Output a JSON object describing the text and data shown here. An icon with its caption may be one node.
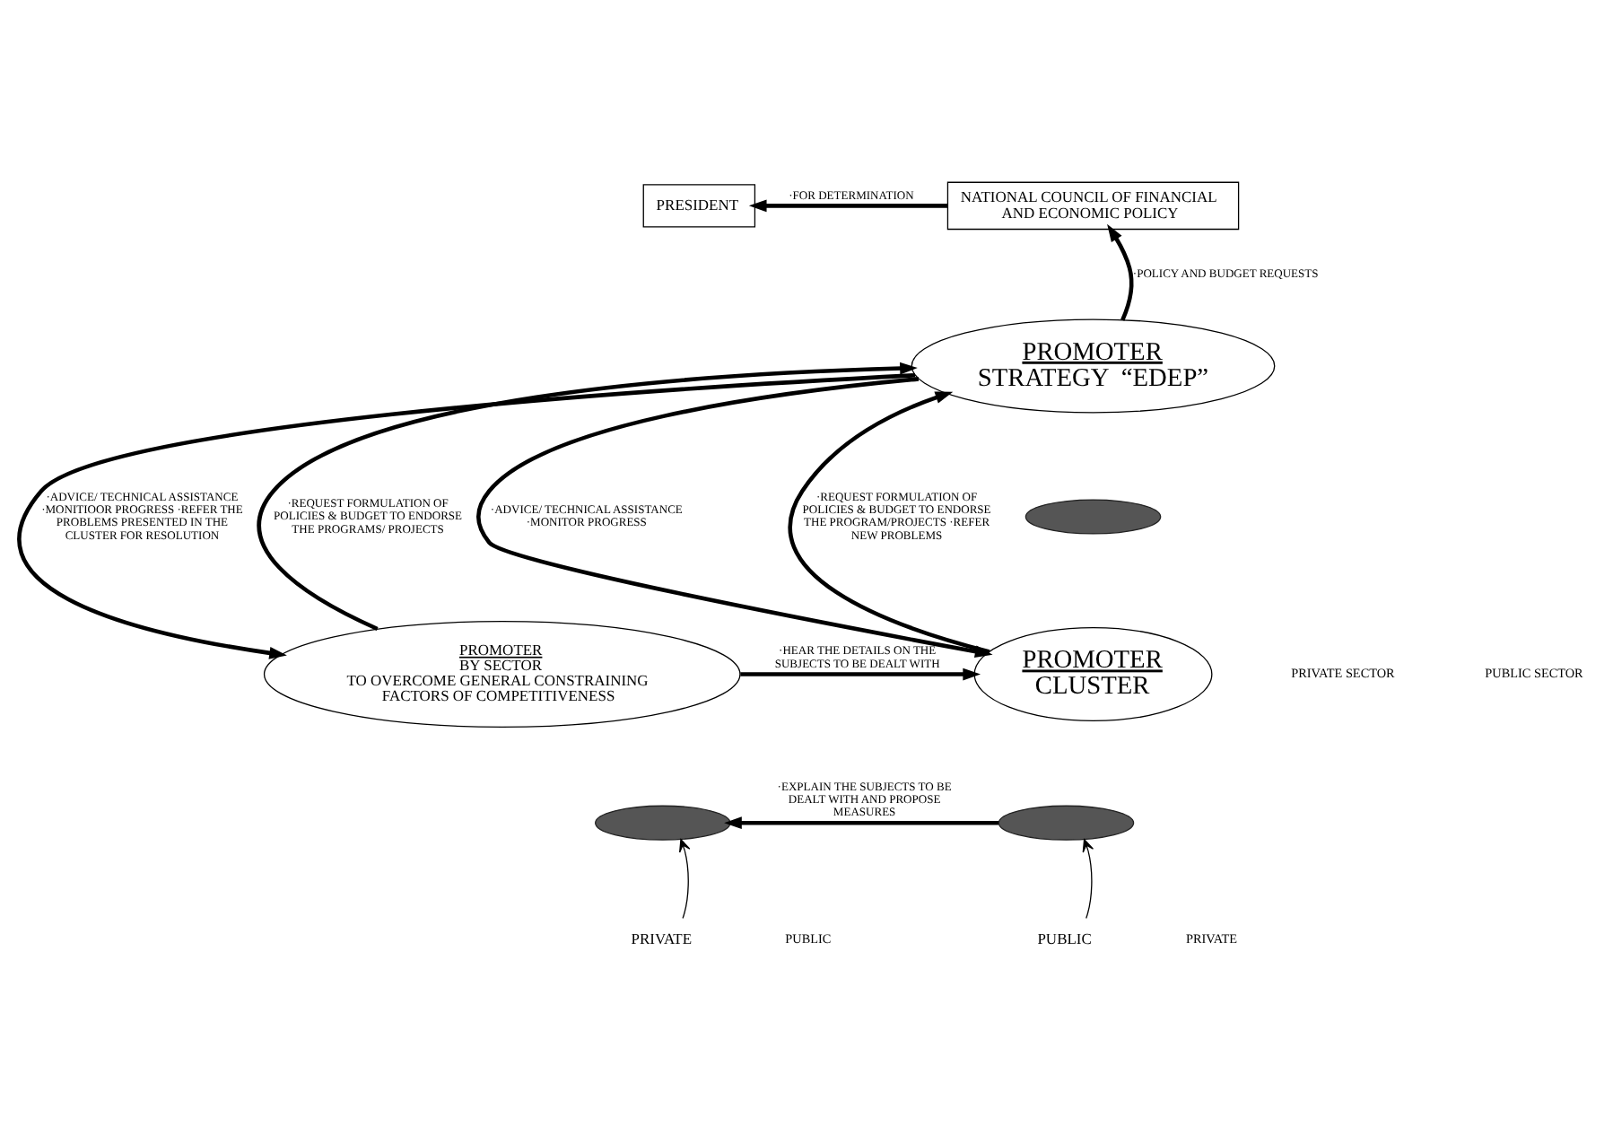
{
  "diagram": {
    "nodes": [
      {
        "text": [
          "PRESIDENT"
        ]
      },
      {
        "text": [
          "NATIONAL COUNCIL OF FINANCIAL AND ECONOMIC POLICY"
        ]
      },
      {
        "text": [
          "PROMOTER",
          "STRATEGY  “EDEP”"
        ]
      },
      {
        "text": [],
        "shape": "pie"
      },
      {
        "text": [
          "PROMOTER",
          "BY SECTOR",
          "TO OVERCOME GENERAL CONSTRAINING FACTORS OF COMPETITIVENESS"
        ]
      },
      {
        "text": [],
        "shape": "pie"
      },
      {
        "text": [
          "PRIVATE"
        ]
      },
      {
        "text": [
          "PROMOTER",
          "CLUSTER"
        ]
      },
      {
        "text": [],
        "shape": "pie"
      },
      {
        "text": [
          "PUBLIC"
        ]
      }
    ],
    "edges": [
      {
        "from": 1,
        "to": 0,
        "arrow": "to",
        "label": "·FOR DETERMINATION"
      },
      {
        "from": 2,
        "to": 1,
        "arrow": "to",
        "label": "·POLICY AND BUDGET REQUESTS"
      },
      {
        "from": 4,
        "to": 2,
        "arrow": "to",
        "label": "·REQUEST FORMULATION OF POLICIES & BUDGET TO ENDORSE THE PROGRAMS/ PROJECTS"
      },
      {
        "from": 2,
        "to": 4,
        "arrow": "to",
        "label": "·ADVICE/ TECHNICAL ASSISTANCE ·MONITIOOR PROGRESS ·REFER THE PROBLEMS PRESENTED IN THE CLUSTER FOR RESOLUTION"
      },
      {
        "from": 2,
        "to": 7,
        "arrow": "to",
        "label": "·ADVICE/ TECHNICAL ASSISTANCE ·MONITOR PROGRESS"
      },
      {
        "from": 7,
        "to": 2,
        "arrow": "to",
        "label": "·REQUEST FORMULATION OF POLICIES & BUDGET TO ENDORSE THE PROGRAM/PROJECTS ·REFER NEW PROBLEMS"
      },
      {
        "from": 4,
        "to": 7,
        "arrow": "to",
        "label": "·HEAR THE DETAILS ON THE SUBJECTS TO BE DEALT WITH"
      },
      {
        "from": 8,
        "to": 5,
        "arrow": "to",
        "label": "·EXPLAIN THE SUBJECTS TO BE DEALT WITH AND PROPOSE MEASURES"
      },
      {
        "from": 6,
        "to": 5,
        "arrow": "to"
      },
      {
        "from": 9,
        "to": 8,
        "arrow": "to"
      }
    ],
    "labels": [
      "PUBLIC SECTOR",
      "PRIVATE SECTOR",
      "PUBLIC",
      "PRIVATE"
    ]
  }
}
